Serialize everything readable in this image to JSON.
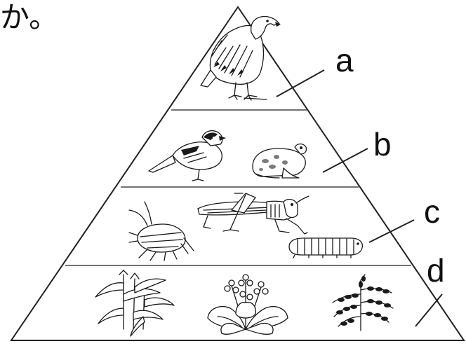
{
  "question_fragment": "か。",
  "pyramid": {
    "levels": [
      {
        "label": "a",
        "organisms": [
          "eagle-illustration"
        ]
      },
      {
        "label": "b",
        "organisms": [
          "sparrow-illustration",
          "frog-illustration"
        ]
      },
      {
        "label": "c",
        "organisms": [
          "aphid-illustration",
          "grasshopper-illustration",
          "caterpillar-illustration"
        ]
      },
      {
        "label": "d",
        "organisms": [
          "corn-plant-illustration",
          "flowering-herb-illustration",
          "fern-plant-illustration"
        ]
      }
    ]
  },
  "colors": {
    "line": "#222222",
    "background": "#ffffff"
  }
}
